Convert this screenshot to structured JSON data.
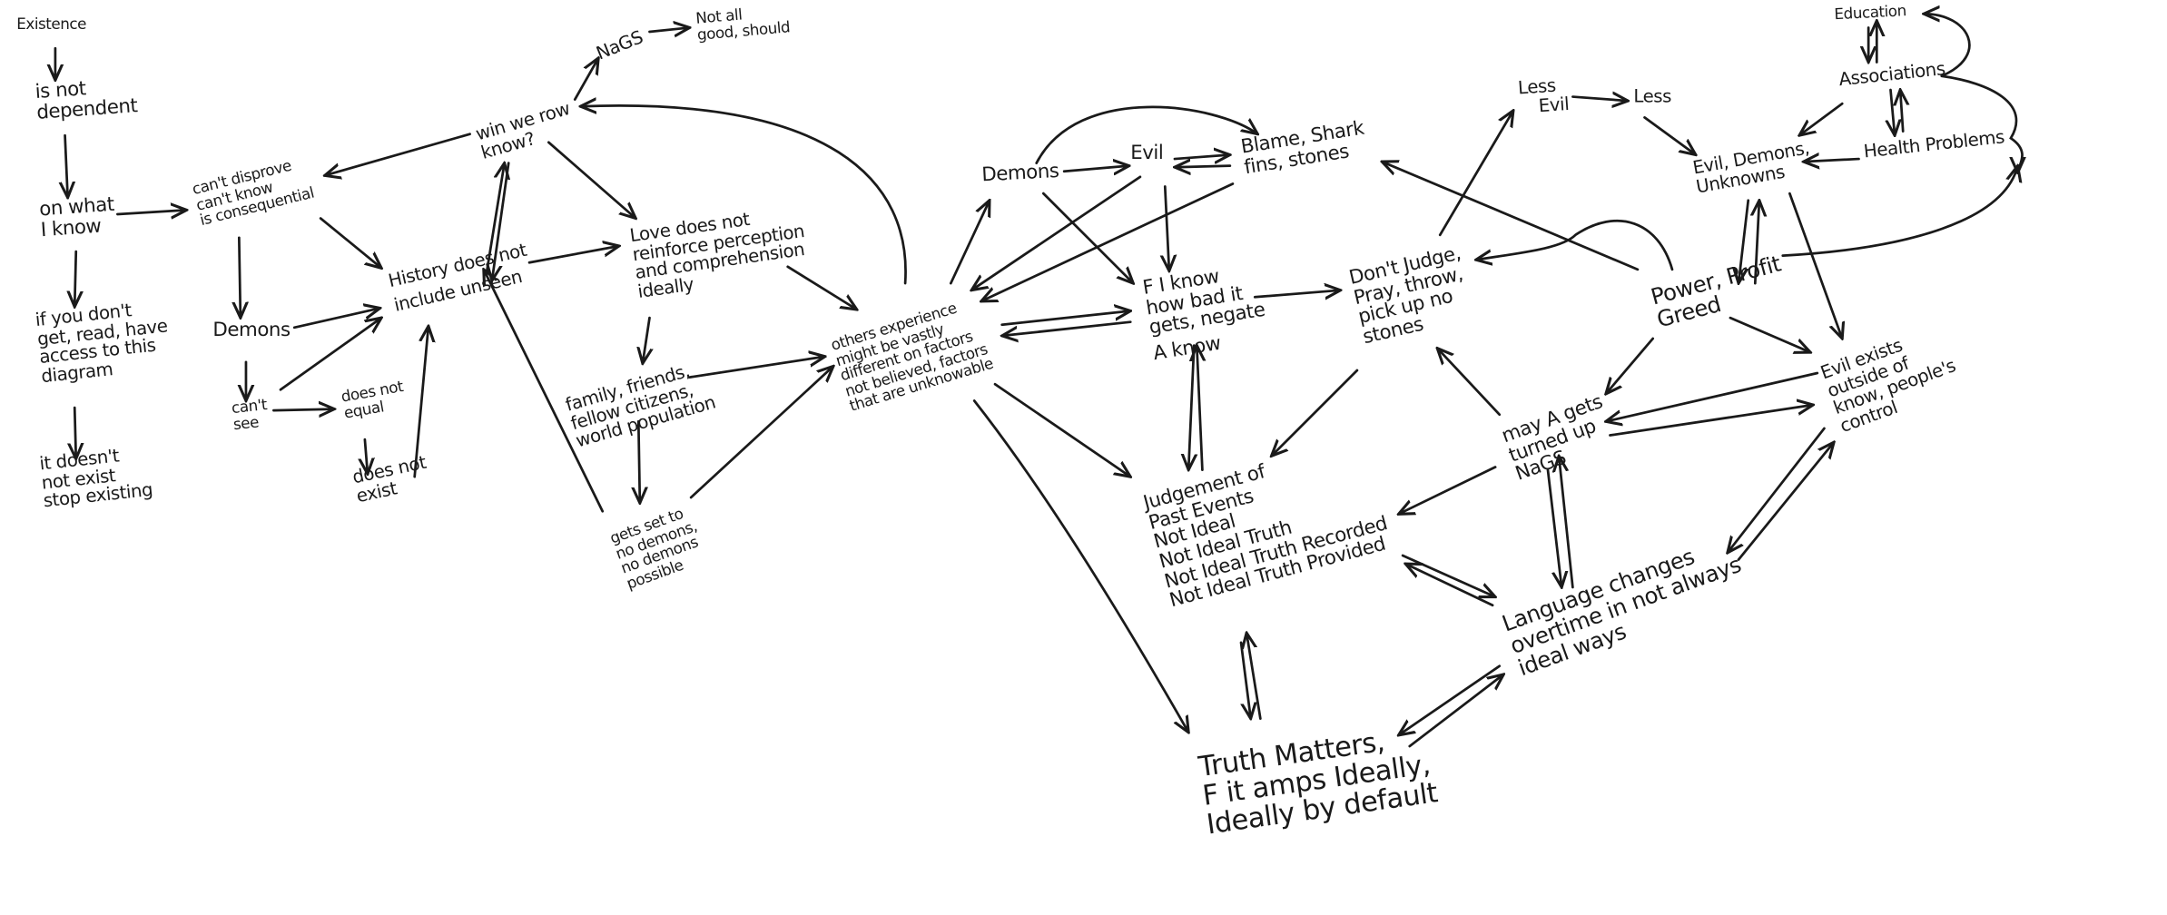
{
  "nodes": {
    "existence": [
      "Existence"
    ],
    "not_dependent": [
      "is not",
      "dependent"
    ],
    "on_what": [
      "on what",
      "I know"
    ],
    "if_you": [
      "if you don't",
      "get, read, have",
      "access to this",
      "diagram"
    ],
    "doesnt_exist": [
      "it doesn't",
      "not exist",
      "stop existing"
    ],
    "cant_disprove": [
      "can't disprove",
      "can't know",
      "is consequential"
    ],
    "demons_left": [
      "Demons"
    ],
    "cant_see": [
      "can't",
      "see"
    ],
    "does_not_equal": [
      "does not",
      "equal"
    ],
    "does_not_exist": [
      "does not",
      "exist"
    ],
    "win_we_row": [
      "win we row",
      "know?"
    ],
    "nags_top": [
      "NaGS"
    ],
    "not_all_good": [
      "Not all",
      "good, should"
    ],
    "history": [
      "History does not",
      "include unseen"
    ],
    "love": [
      "Love does not",
      "reinforce perception",
      "and comprehension",
      "ideally"
    ],
    "family": [
      "family, friends,",
      "fellow citizens,",
      "world population"
    ],
    "gets_set": [
      "gets set to",
      "no demons,",
      "no demons",
      "possible"
    ],
    "others": [
      "others experience",
      "might be vastly",
      "different on factors",
      "not believed, factors",
      "that are unknowable"
    ],
    "demons_mid": [
      "Demons"
    ],
    "evil": [
      "Evil"
    ],
    "blame": [
      "Blame, Shark",
      "fins, stones"
    ],
    "f_i_know": [
      "F I know",
      "how bad it",
      "gets, negate",
      "A know"
    ],
    "dont_judge": [
      "Don't Judge,",
      "Pray, throw,",
      "pick up no",
      "stones"
    ],
    "judgement": [
      "Judgement of",
      "Past Events",
      "Not Ideal",
      "Not Ideal Truth",
      "Not Ideal Truth Recorded",
      "Not Ideal Truth Provided"
    ],
    "truth": [
      "Truth Matters,",
      "F it amps Ideally,",
      "Ideally by default"
    ],
    "language": [
      "Language changes",
      "overtime in not always",
      "ideal ways"
    ],
    "may_a": [
      "may A gets",
      "turned up",
      "NaGS"
    ],
    "evil_exists": [
      "Evil exists",
      "outside of",
      "know, people's",
      "control"
    ],
    "power": [
      "Power, Profit",
      "Greed"
    ],
    "evil_demons": [
      "Evil, Demons,",
      "Unknowns"
    ],
    "less_evil": [
      "Less",
      "Evil"
    ],
    "less": [
      "Less"
    ],
    "education": [
      "Education"
    ],
    "associations": [
      "Associations"
    ],
    "health": [
      "Health Problems"
    ]
  }
}
